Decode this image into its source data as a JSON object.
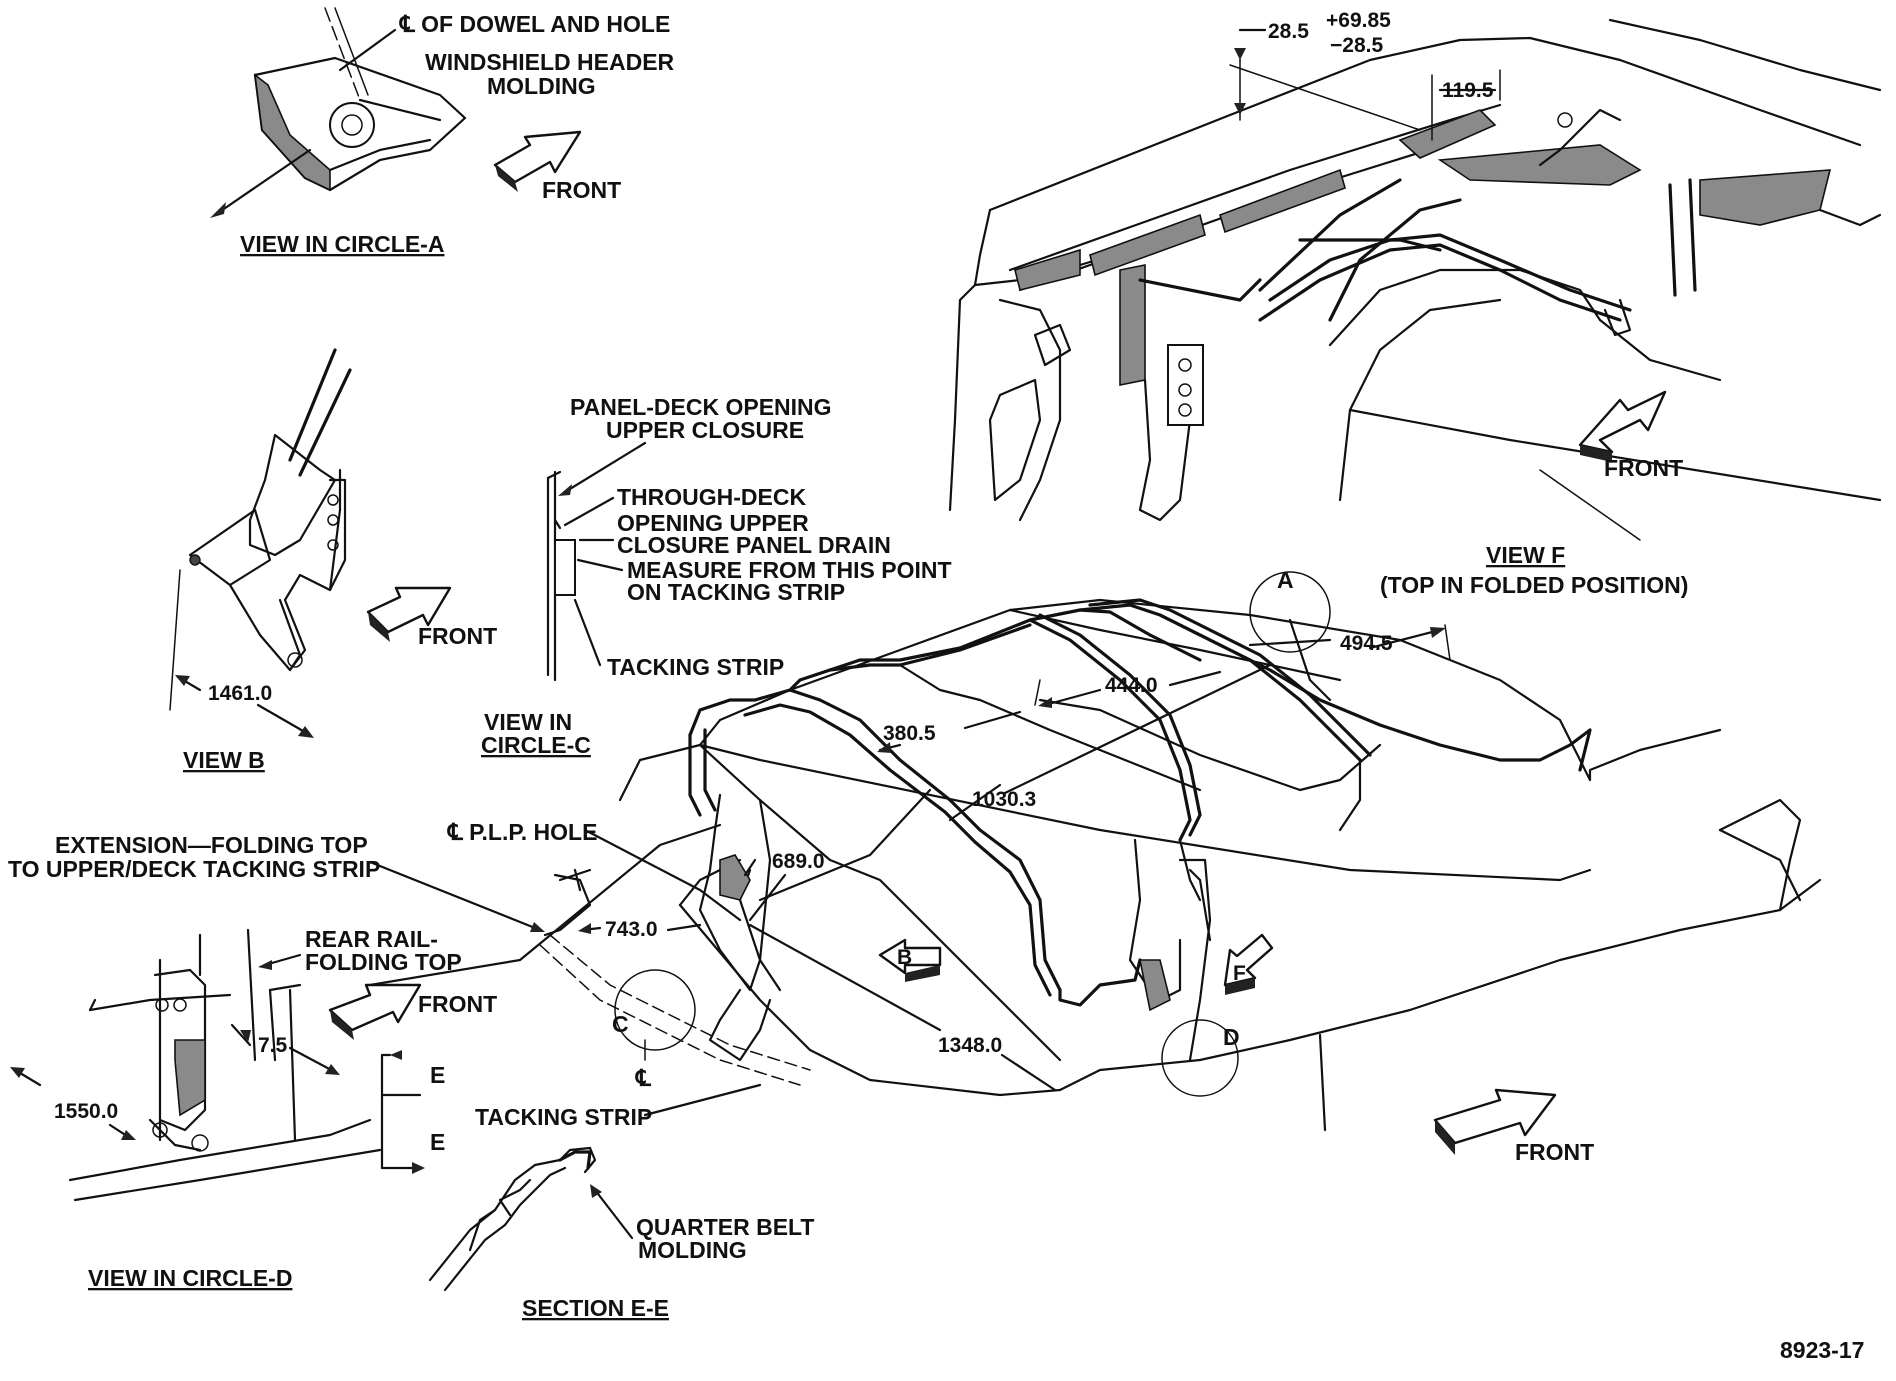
{
  "diagram": {
    "figure_number": "8923-17",
    "views": {
      "circle_a": {
        "title": "VIEW IN CIRCLE-A",
        "labels": [
          "℄ OF DOWEL AND HOLE",
          "WINDSHIELD HEADER",
          "MOLDING"
        ],
        "front": "FRONT"
      },
      "view_b": {
        "title": "VIEW B",
        "dimension": "1461.0",
        "front": "FRONT"
      },
      "circle_c": {
        "title_line1": "VIEW IN",
        "title_line2": "CIRCLE-C",
        "labels": [
          "PANEL-DECK OPENING",
          "UPPER CLOSURE",
          "THROUGH-DECK",
          "OPENING UPPER",
          "CLOSURE PANEL DRAIN",
          "MEASURE FROM THIS POINT",
          "ON TACKING STRIP",
          "TACKING STRIP"
        ]
      },
      "top_right": {
        "dimensions": [
          "28.5",
          "+69.85",
          "−28.5",
          "119.5"
        ],
        "front": "FRONT"
      },
      "view_f": {
        "title": "VIEW F",
        "subtitle": "(TOP IN FOLDED POSITION)"
      },
      "main": {
        "dimensions": [
          "494.5",
          "444.0",
          "380.5",
          "1030.3",
          "689.0",
          "743.0",
          "1348.0"
        ],
        "circle_labels": [
          "A",
          "C",
          "D"
        ],
        "arrow_labels": [
          "B",
          "F"
        ],
        "plp_hole": "℄ P.L.P. HOLE",
        "centerline": "℄",
        "extension_line1": "EXTENSION—FOLDING TOP",
        "extension_line2": "TO UPPER/DECK TACKING STRIP",
        "tacking_strip": "TACKING STRIP",
        "front": "FRONT"
      },
      "circle_d": {
        "title": "VIEW IN CIRCLE-D",
        "labels": [
          "REAR RAIL-",
          "FOLDING TOP"
        ],
        "dimensions": [
          "7.5",
          "1550.0"
        ],
        "front": "FRONT"
      },
      "section_ee": {
        "title": "SECTION E-E",
        "section_marks": [
          "E",
          "E"
        ],
        "labels": [
          "QUARTER BELT",
          "MOLDING"
        ]
      }
    }
  }
}
